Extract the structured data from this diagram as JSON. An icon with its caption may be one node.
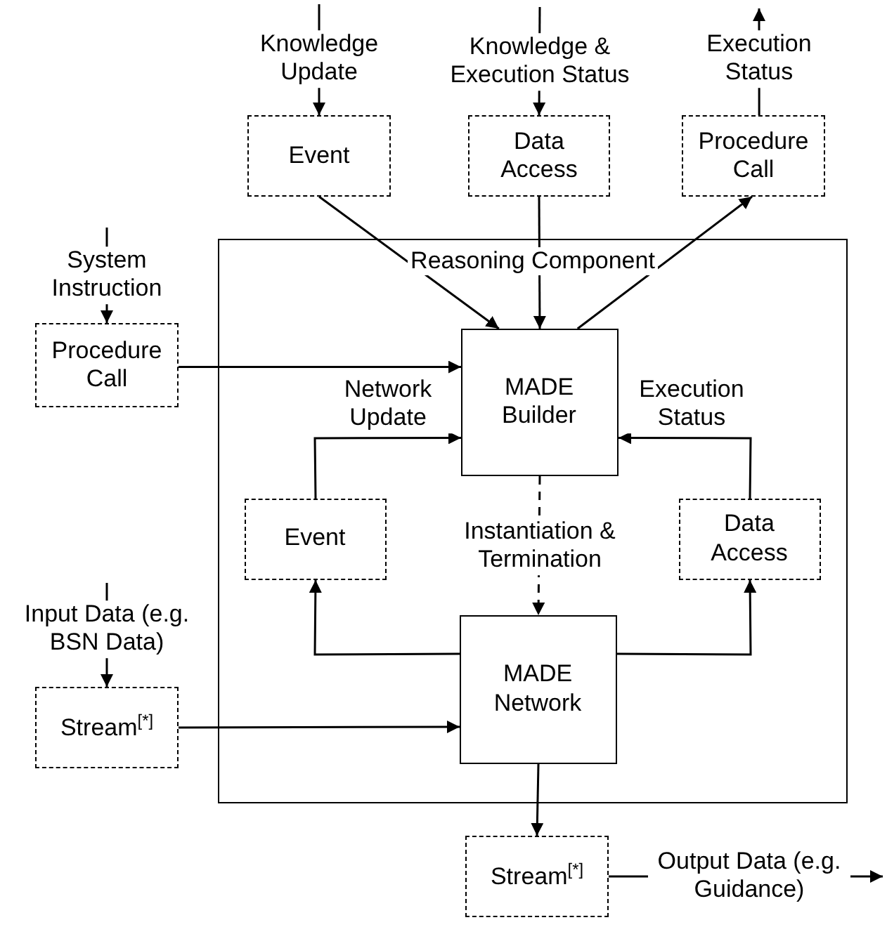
{
  "diagram": {
    "nodes": [
      {
        "text": [
          "Event"
        ]
      },
      {
        "text": [
          "Data Access"
        ]
      },
      {
        "text": [
          "Procedure Call"
        ]
      },
      {
        "text": [
          "Reasoning Component"
        ]
      },
      {
        "text": [
          "Procedure Call"
        ]
      },
      {
        "text": [
          "MADE Builder"
        ],
        "in": 3
      },
      {
        "text": [
          "Event"
        ],
        "in": 3
      },
      {
        "text": [
          "Data Access"
        ],
        "in": 3
      },
      {
        "text": [
          "MADE Network"
        ],
        "in": 3
      },
      {
        "text": [
          "Stream$^{[*]}$"
        ]
      },
      {
        "text": [
          "Stream$^{[*]}$"
        ]
      }
    ],
    "edges": [
      {
        "from": null,
        "to": 0,
        "arrow": "to",
        "label": "Knowledge Update"
      },
      {
        "from": null,
        "to": 1,
        "arrow": "to",
        "label": "Knowledge & Execution Status"
      },
      {
        "from": 2,
        "to": null,
        "arrow": "to",
        "label": "Execution Status"
      },
      {
        "from": null,
        "to": 4,
        "arrow": "to",
        "label": "System Instruction"
      },
      {
        "from": null,
        "to": 9,
        "arrow": "to",
        "label": "Input Data (e.g. BSN Data)"
      },
      {
        "from": 10,
        "to": null,
        "arrow": "to",
        "label": "Output Data (e.g. Guidance)"
      },
      {
        "from": 0,
        "to": 5,
        "arrow": "to"
      },
      {
        "from": 1,
        "to": 5,
        "arrow": "to"
      },
      {
        "from": 5,
        "to": 2,
        "arrow": "to"
      },
      {
        "from": 4,
        "to": 5,
        "arrow": "to"
      },
      {
        "from": 6,
        "to": 5,
        "arrow": "to",
        "label": "Network Update"
      },
      {
        "from": 7,
        "to": 5,
        "arrow": "to",
        "label": "Execution Status"
      },
      {
        "from": 5,
        "to": 8,
        "arrow": "to",
        "style": "dashed",
        "label": "Instantiation & Termination"
      },
      {
        "from": 8,
        "to": 6,
        "arrow": "to"
      },
      {
        "from": 8,
        "to": 7,
        "arrow": "to"
      },
      {
        "from": 9,
        "to": 8,
        "arrow": "to"
      },
      {
        "from": 8,
        "to": 10,
        "arrow": "to"
      }
    ]
  }
}
